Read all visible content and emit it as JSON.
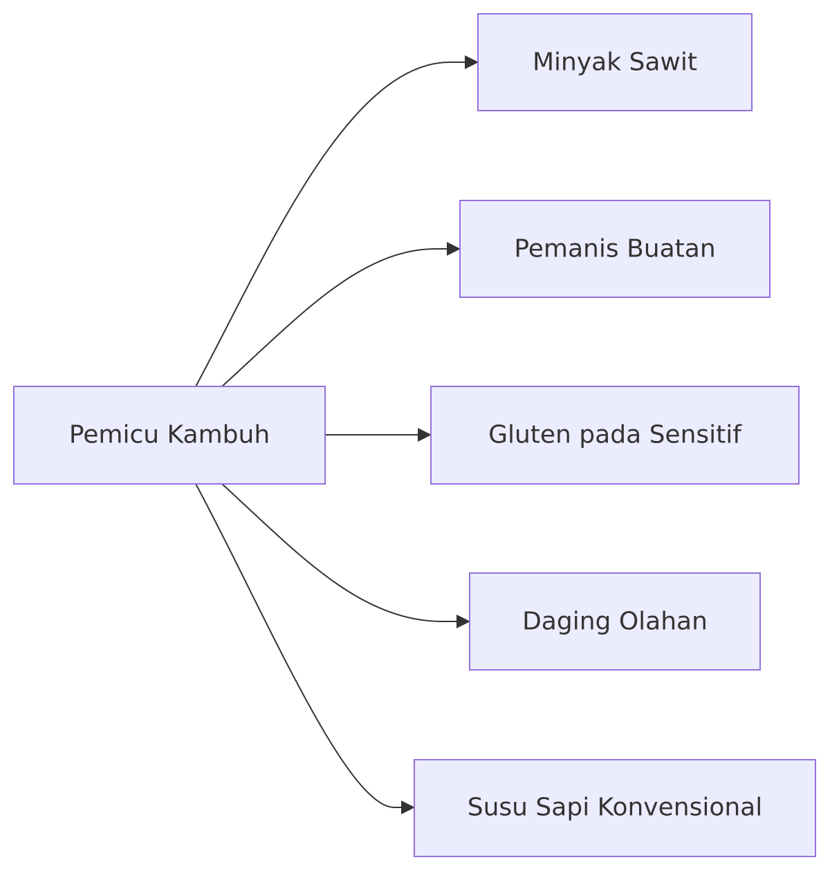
{
  "diagram": {
    "type": "flowchart",
    "direction": "LR",
    "colors": {
      "node_fill": "#ECECFF",
      "node_stroke": "#9370DB",
      "edge": "#333333",
      "text": "#333333"
    },
    "nodes": {
      "root": {
        "label": "Pemicu Kambuh"
      },
      "n1": {
        "label": "Minyak Sawit"
      },
      "n2": {
        "label": "Pemanis Buatan"
      },
      "n3": {
        "label": "Gluten pada Sensitif"
      },
      "n4": {
        "label": "Daging Olahan"
      },
      "n5": {
        "label": "Susu Sapi Konvensional"
      }
    },
    "edges": [
      {
        "from": "root",
        "to": "n1"
      },
      {
        "from": "root",
        "to": "n2"
      },
      {
        "from": "root",
        "to": "n3"
      },
      {
        "from": "root",
        "to": "n4"
      },
      {
        "from": "root",
        "to": "n5"
      }
    ]
  }
}
